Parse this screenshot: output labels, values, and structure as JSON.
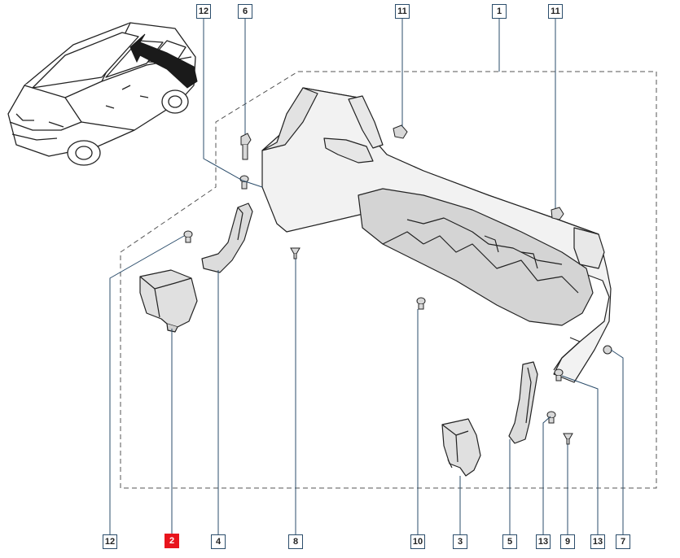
{
  "callouts": [
    {
      "label": "12"
    },
    {
      "label": "6"
    },
    {
      "label": "11"
    },
    {
      "label": "1"
    },
    {
      "label": "11"
    },
    {
      "label": "12"
    },
    {
      "label": "2"
    },
    {
      "label": "4"
    },
    {
      "label": "8"
    },
    {
      "label": "10"
    },
    {
      "label": "3"
    },
    {
      "label": "5"
    },
    {
      "label": "13"
    },
    {
      "label": "9"
    },
    {
      "label": "13"
    },
    {
      "label": "7"
    }
  ],
  "colors": {
    "highlight": "#e8141c",
    "line": "#2b4d6b",
    "part_fill": "#f2f2f2",
    "shade": "#d0d0d0"
  },
  "icons": [
    "vehicle-location-icon",
    "arrow-icon"
  ]
}
